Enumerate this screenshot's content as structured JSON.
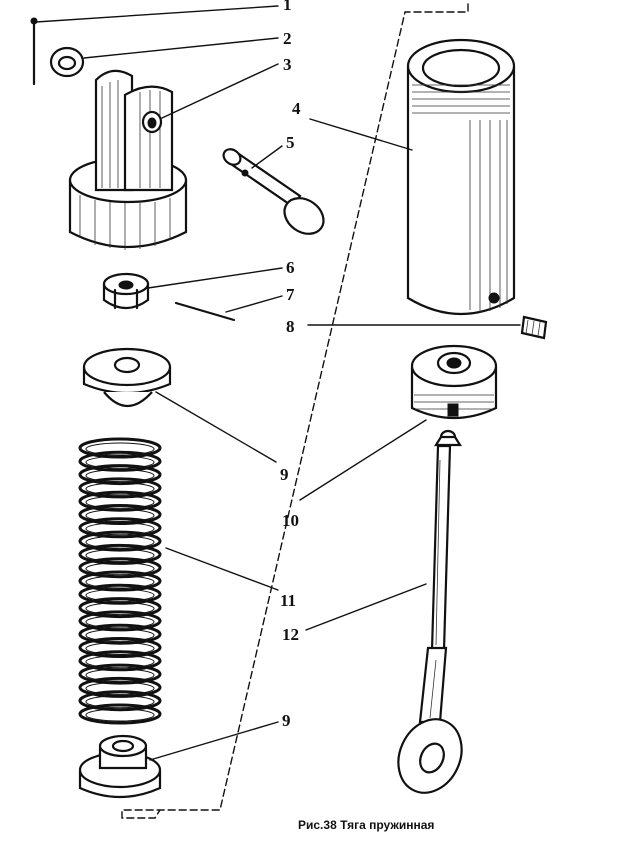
{
  "caption": "Рис.38 Тяга пружинная",
  "callouts": [
    {
      "id": "c1",
      "text": "1"
    },
    {
      "id": "c2",
      "text": "2"
    },
    {
      "id": "c3",
      "text": "3"
    },
    {
      "id": "c4",
      "text": "4"
    },
    {
      "id": "c5",
      "text": "5"
    },
    {
      "id": "c6",
      "text": "6"
    },
    {
      "id": "c7",
      "text": "7"
    },
    {
      "id": "c8",
      "text": "8"
    },
    {
      "id": "c9a",
      "text": "9"
    },
    {
      "id": "c10",
      "text": "10"
    },
    {
      "id": "c11",
      "text": "11"
    },
    {
      "id": "c12",
      "text": "12"
    },
    {
      "id": "c9b",
      "text": "9"
    }
  ]
}
